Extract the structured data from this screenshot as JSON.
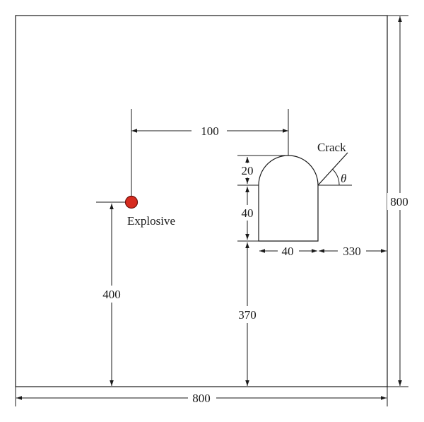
{
  "labels": {
    "dim_top_offset": "100",
    "dim_arch_height": "20",
    "dim_wall_height": "40",
    "dim_opening_width": "40",
    "dim_right_offset": "330",
    "dim_total_height": "800",
    "dim_explosive_height": "400",
    "dim_opening_height_from_base": "370",
    "dim_total_width": "800",
    "crack": "Crack",
    "theta": "θ",
    "explosive": "Explosive"
  },
  "colors": {
    "explosive_fill": "#d62b1f",
    "explosive_stroke": "#6b0f0a",
    "line": "#1a1a1a"
  }
}
